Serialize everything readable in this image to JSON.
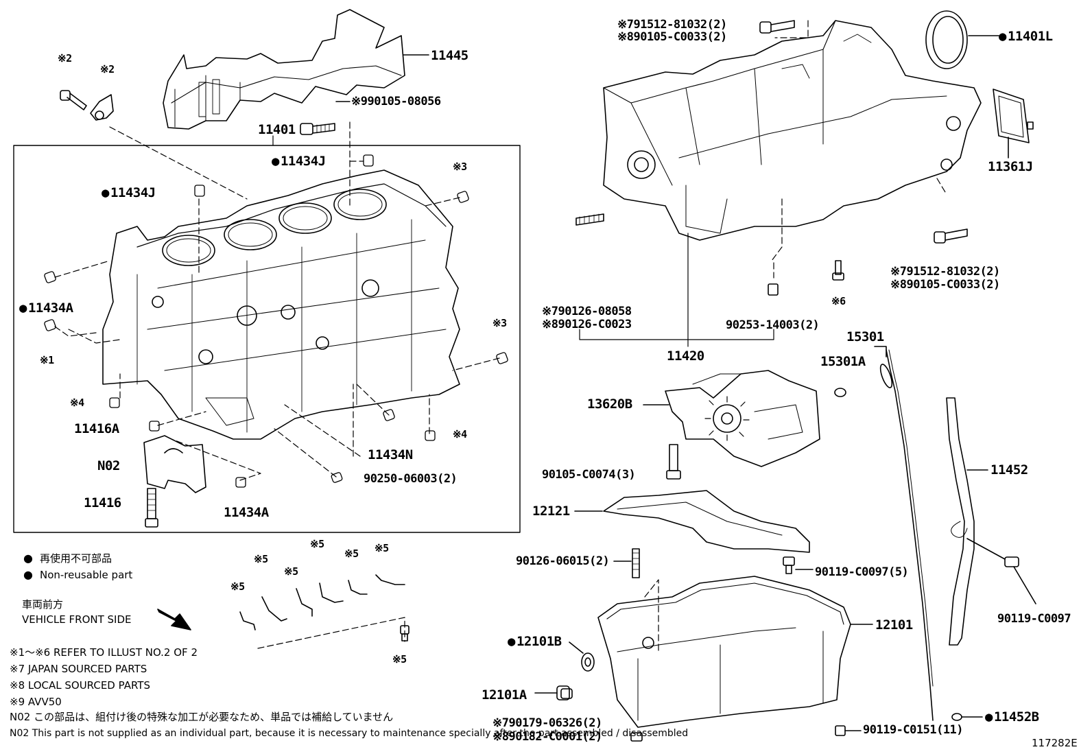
{
  "diagram": {
    "id_code": "117282E",
    "callouts": {
      "p11445": "11445",
      "p90105_08056": "※990105-08056",
      "p11401": "11401",
      "p11434J_a": "11434J",
      "p11434J_b": "11434J",
      "p11434A_left": "11434A",
      "p11434A_bottom": "11434A",
      "p11434N": "11434N",
      "p11416A": "11416A",
      "pN02": "N02",
      "p11416": "11416",
      "p90250": "90250-06003(2)",
      "mark2_a": "※2",
      "mark2_b": "※2",
      "mark3_a": "※3",
      "mark3_b": "※3",
      "mark1": "※1",
      "mark4_a": "※4",
      "mark4_b": "※4",
      "p91512_top": "※791512-81032(2)",
      "p90105_C0033_top": "※890105-C0033(2)",
      "p11401L": "11401L",
      "p11361J": "11361J",
      "p91512_right": "※791512-81032(2)",
      "p90105_C0033_right": "※890105-C0033(2)",
      "p90126_08058": "※790126-08058",
      "p90126_C0023": "※890126-C0023",
      "mark6": "※6",
      "p90253": "90253-14003(2)",
      "p11420": "11420",
      "p15301": "15301",
      "p15301A": "15301A",
      "p13620B": "13620B",
      "p90105_C0074": "90105-C0074(3)",
      "p11452": "11452",
      "p12121": "12121",
      "p90126_06015": "90126-06015(2)",
      "p90119_C0097_5": "90119-C0097(5)",
      "p90119_C0097": "90119-C0097",
      "p12101": "12101",
      "p12101B": "12101B",
      "p12101A": "12101A",
      "p11452B": "11452B",
      "p90179": "※790179-06326(2)",
      "p90182": "※890182-C0001(2)",
      "p90119_C0151": "90119-C0151(11)",
      "mark5_1": "※5",
      "mark5_2": "※5",
      "mark5_3": "※5",
      "mark5_4": "※5",
      "mark5_5": "※5",
      "mark5_6": "※5",
      "mark5_7": "※5"
    },
    "legend": {
      "non_reusable_jp": "再使用不可部品",
      "non_reusable_en": "Non-reusable part",
      "front_jp": "車両前方",
      "front_en": "VEHICLE FRONT SIDE"
    },
    "notes": [
      "※1～※6 REFER TO ILLUST NO.2 OF 2",
      "※7 JAPAN SOURCED PARTS",
      "※8 LOCAL SOURCED PARTS",
      "※9 AVV50",
      "N02  この部品は、組付け後の特殊な加工が必要なため、単品では補給していません",
      "N02  This part is not supplied as an individual part, because it is necessary to maintenance specially after the part assembled / disassembled"
    ],
    "colors": {
      "ink": "#000000",
      "paper": "#ffffff"
    }
  }
}
